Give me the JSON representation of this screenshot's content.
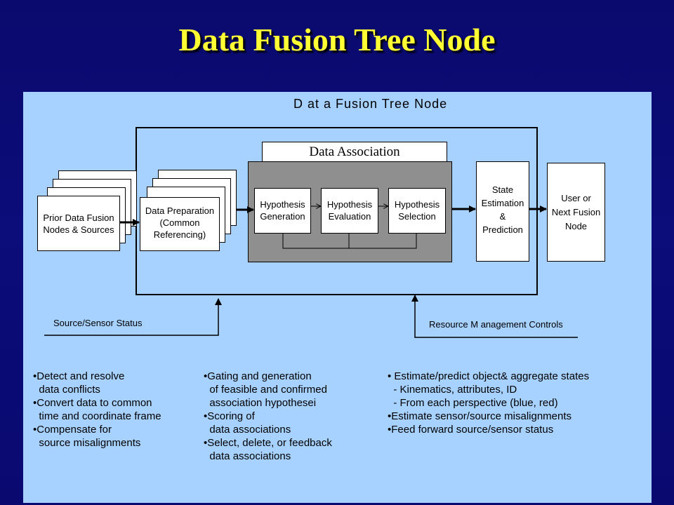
{
  "slide": {
    "title": "Data Fusion Tree Node"
  },
  "diagram": {
    "title": "D at a Fusion Tree Node",
    "prior_sources": [
      "Prior Data Fusion",
      "Nodes & Sources"
    ],
    "data_prep": [
      "Data Preparation",
      "(Common",
      "Referencing)"
    ],
    "data_association": "Data Association",
    "hyp_generation": [
      "Hypothesis",
      "Generation"
    ],
    "hyp_evaluation": [
      "Hypothesis",
      "Evaluation"
    ],
    "hyp_selection": [
      "Hypothesis",
      "Selection"
    ],
    "state_estimation": [
      "State",
      "Estimation",
      "&",
      "Prediction"
    ],
    "user_node": [
      "User or",
      "Next Fusion",
      "Node"
    ],
    "source_status": "Source/Sensor Status",
    "resource_controls": "Resource M anagement Controls"
  },
  "notes": {
    "col1": [
      "•Detect and resolve",
      "  data conflicts",
      "•Convert data to common",
      "  time and coordinate frame",
      "•Compensate for",
      "  source misalignments"
    ],
    "col2": [
      "•Gating and generation",
      "  of feasible and confirmed",
      "  association hypothesei",
      "•Scoring of",
      "  data associations",
      "•Select, delete, or feedback",
      "  data associations"
    ],
    "col3": [
      "• Estimate/predict object& aggregate states",
      "  - Kinematics, attributes, ID",
      "  - From each perspective (blue, red)",
      "•Estimate sensor/source misalignments",
      "•Feed forward source/sensor status"
    ]
  }
}
